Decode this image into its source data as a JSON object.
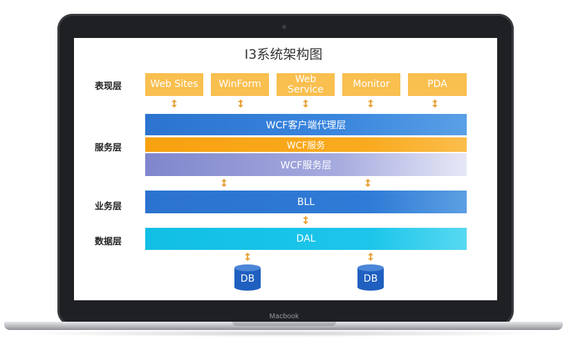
{
  "diagram": {
    "title": "I3系统架构图",
    "layers": {
      "presentation": "表现层",
      "service": "服务层",
      "business": "业务层",
      "data": "数据层"
    },
    "presentation_boxes": [
      "Web Sites",
      "WinForm",
      "Web\nService",
      "Monitor",
      "PDA"
    ],
    "service_bars": {
      "proxy": "WCF客户端代理层",
      "service": "WCF服务",
      "service_layer": "WCF服务层"
    },
    "bll": "BLL",
    "dal": "DAL",
    "databases": [
      "DB",
      "DB"
    ]
  },
  "device": {
    "brand": "Macbook"
  },
  "colors": {
    "presentation": "#f9bf4f",
    "proxy": "#2f7dd4",
    "wcf_service": "#f8a517",
    "wcf_layer": "#8e95d6",
    "bll": "#2f7dd4",
    "dal": "#19c3e6",
    "arrow": "#e8a23a",
    "db": "#1f5fbf"
  }
}
